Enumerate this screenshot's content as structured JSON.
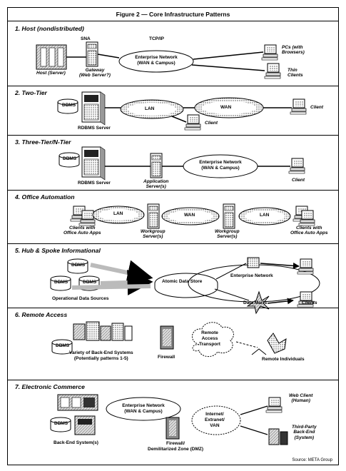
{
  "figure": {
    "title": "Figure 2 — Core Infrastructure Patterns",
    "source": "Source: META Group"
  },
  "sections": [
    {
      "title": "1. Host (nondistributed)"
    },
    {
      "title": "2. Two-Tier"
    },
    {
      "title": "3. Three-Tier/N-Tier"
    },
    {
      "title": "4. Office Automation"
    },
    {
      "title": "5. Hub & Spoke Informational"
    },
    {
      "title": "6. Remote Access"
    },
    {
      "title": "7. Electronic Commerce"
    }
  ],
  "labels": {
    "s1": {
      "sna": "SNA",
      "tcpip": "TCP/IP",
      "network": "Enterprise Network\n(WAN & Campus)",
      "host": "Host (Server)",
      "gateway": "Gateway\n(Web Server?)",
      "pcs": "PCs (with\nBrowsers)",
      "thin": "Thin\nClients"
    },
    "s2": {
      "dbms": "DBMS",
      "rdbms": "RDBMS Server",
      "lan": "LAN",
      "wan": "WAN",
      "client1": "Client",
      "client2": "Client"
    },
    "s3": {
      "dbms": "DBMS",
      "rdbms": "RDBMS Server",
      "app": "Application\nServer(s)",
      "network": "Enterprise Network\n(WAN & Campus)",
      "client": "Client"
    },
    "s4": {
      "lan1": "LAN",
      "wan": "WAN",
      "lan2": "LAN",
      "clients1": "Clients with\nOffice Auto Apps",
      "wg1": "Workgroup\nServer(s)",
      "wg2": "Workgroup\nServer(s)",
      "clients2": "Clients with\nOffice Auto Apps"
    },
    "s5": {
      "dbms1": "DBMS",
      "dbms2": "DBMS",
      "dbms3": "DBMS",
      "ods": "Operational Data Sources",
      "ads": "Atomic Data Store",
      "network": "Enterprise Network",
      "marts": "Data Marts",
      "clients": "Clients"
    },
    "s6": {
      "dbms": "DBMS",
      "backend": "Variety of Back-End Systems\n(Potentially patterns 1-5)",
      "firewall": "Firewall",
      "rat": "Remote\nAccess\nTransport",
      "remote": "Remote Individuals"
    },
    "s7": {
      "network": "Enterprise Network\n(WAN & Campus)",
      "dbms": "DBMS",
      "backend": "Back-End System(s)",
      "firewall": "Firewall/\nDemilitarized Zone (DMZ)",
      "internet": "Internet/\nExtranet/\nVAN",
      "web": "Web Client\n(Human)",
      "third": "Third-Party\nBack-End\n(System)"
    }
  },
  "colors": {
    "ink": "#000000",
    "shade": "#bdbdbd",
    "dark": "#555555"
  }
}
